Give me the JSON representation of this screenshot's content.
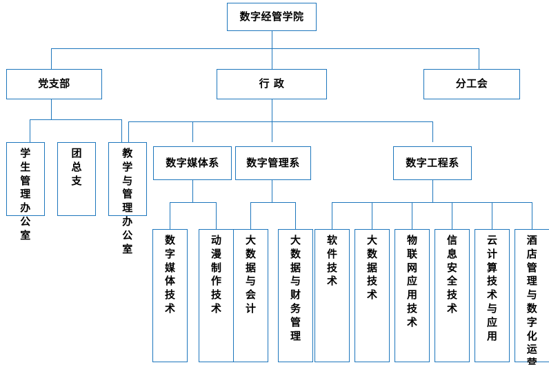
{
  "diagram": {
    "title_node": "数字经管学院",
    "accent_color": "#1b75bc",
    "background_color": "#ffffff",
    "text_color": "#000000",
    "level2": {
      "party_branch": "党支部",
      "administration": "行 政",
      "union_branch": "分工会"
    },
    "level3": {
      "student_affairs_office": "学生管理办公室",
      "youth_league": "团总支",
      "teaching_admin_office": "教学与管理办公室",
      "digital_media_dept": "数字媒体系",
      "digital_management_dept": "数字管理系",
      "digital_engineering_dept": "数字工程系"
    },
    "majors": {
      "digital_media_tech": "数字媒体技术",
      "animation_production_tech": "动漫制作技术",
      "big_data_accounting": "大数据与会计",
      "big_data_financial_management": "大数据与财务管理",
      "software_tech": "软件技术",
      "big_data_tech": "大数据技术",
      "iot_application_tech": "物联网应用技术",
      "information_security_tech": "信息安全技术",
      "cloud_computing_tech": "云计算技术与应用",
      "hotel_management_digital_ops": "酒店管理与数字化运营"
    }
  }
}
